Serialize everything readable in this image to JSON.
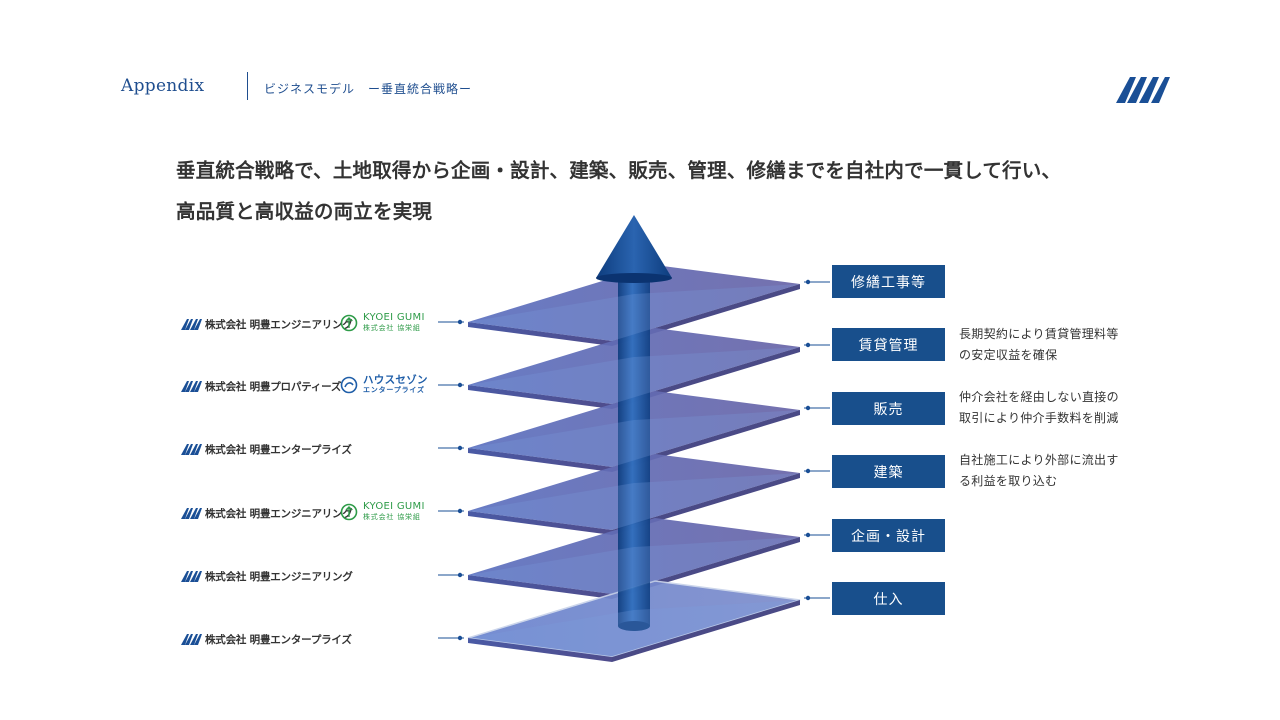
{
  "header": {
    "appendix": "Appendix",
    "section_title": "ビジネスモデル　ー垂直統合戦略ー"
  },
  "headline": {
    "line1": "垂直統合戦略で、土地取得から企画・設計、建築、販売、管理、修繕までを自社内で一貫して行い、",
    "line2": "高品質と高収益の両立を実現"
  },
  "stages": [
    {
      "label": "修繕工事等",
      "company": "株式会社 明豊エンジニアリング",
      "partner": {
        "main": "KYOEI GUMI",
        "sub": "株式会社 協栄組",
        "style": "green"
      },
      "desc": []
    },
    {
      "label": "賃貸管理",
      "company": "株式会社 明豊プロパティーズ",
      "partner": {
        "main": "ハウスセゾン",
        "sub": "エンタープライズ",
        "style": "blue"
      },
      "desc": [
        "長期契約により賃貸管理料等",
        "の安定収益を確保"
      ]
    },
    {
      "label": "販売",
      "company": "株式会社 明豊エンタープライズ",
      "partner": null,
      "desc": [
        "仲介会社を経由しない直接の",
        "取引により仲介手数料を削減"
      ]
    },
    {
      "label": "建築",
      "company": "株式会社 明豊エンジニアリング",
      "partner": {
        "main": "KYOEI GUMI",
        "sub": "株式会社 協栄組",
        "style": "green"
      },
      "desc": [
        "自社施工により外部に流出す",
        "る利益を取り込む"
      ]
    },
    {
      "label": "企画・設計",
      "company": "株式会社 明豊エンジニアリング",
      "partner": null,
      "desc": []
    },
    {
      "label": "仕入",
      "company": "株式会社 明豊エンタープライズ",
      "partner": null,
      "desc": []
    }
  ],
  "colors": {
    "brand": "#184f8c",
    "plate": "#5b6db6",
    "arrow": "#1a56a0",
    "partner_green": "#2e9b48"
  },
  "icons": {
    "logo": "mk-logo-icon",
    "arrow": "up-arrow-icon",
    "partner_green": "kyoei-gumi-icon",
    "partner_blue": "house-saison-icon"
  }
}
